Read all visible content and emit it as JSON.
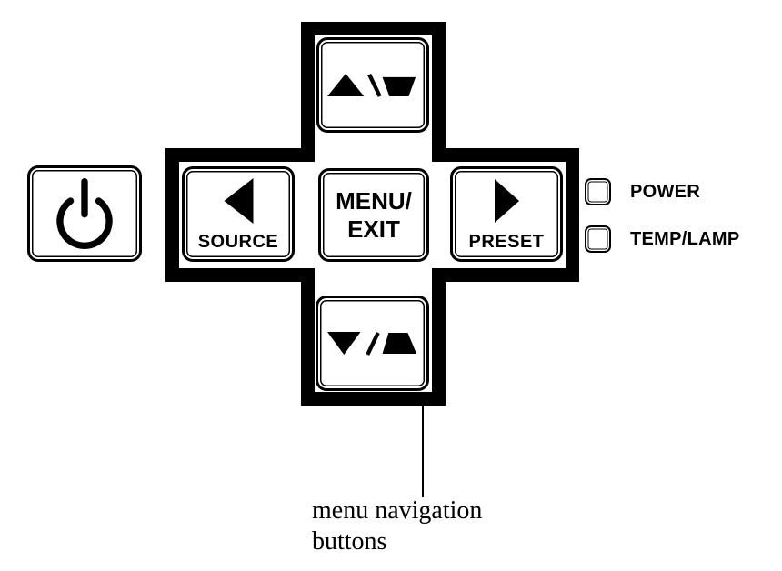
{
  "colors": {
    "ink": "#000000",
    "background": "#ffffff"
  },
  "control_panel": {
    "power_button": {
      "icon": "power-icon"
    },
    "nav_cluster": {
      "up_button": {
        "icon": "triangle-up-and-keystone-icon",
        "glyphs": "▲\\▼"
      },
      "down_button": {
        "icon": "triangle-down-and-keystone-icon",
        "glyphs": "▼/▲"
      },
      "source_button": {
        "label": "SOURCE",
        "icon": "triangle-left-icon"
      },
      "menu_exit_button": {
        "line1": "MENU/",
        "line2": "EXIT"
      },
      "preset_button": {
        "label": "PRESET",
        "icon": "triangle-right-icon"
      }
    },
    "indicators": [
      {
        "label": "POWER",
        "icon": "led-square-icon"
      },
      {
        "label": "TEMP/LAMP",
        "icon": "led-square-icon"
      }
    ],
    "annotation": {
      "line1": "menu navigation",
      "line2": "buttons"
    }
  }
}
